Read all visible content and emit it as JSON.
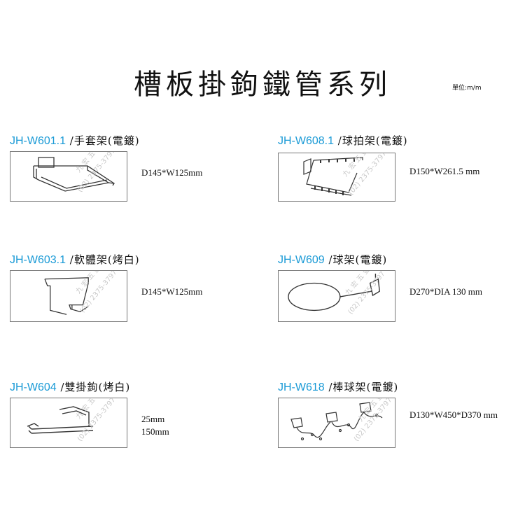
{
  "title": "槽板掛鉤鐵管系列",
  "unit": "單位:m/m",
  "watermark": {
    "line1": "九 宏 五 金",
    "line2": "(02) 2375-3797"
  },
  "items": [
    {
      "code": "JH-W601.1",
      "name": "手套架(電鍍)",
      "dims": [
        "D145*W125mm"
      ],
      "icon": "glove-rack-icon"
    },
    {
      "code": "JH-W608.1",
      "name": "球拍架(電鍍)",
      "dims": [
        "D150*W261.5 mm"
      ],
      "icon": "racket-rack-icon"
    },
    {
      "code": "JH-W603.1",
      "name": "軟體架(烤白)",
      "dims": [
        "D145*W125mm"
      ],
      "icon": "software-rack-icon"
    },
    {
      "code": "JH-W609",
      "name": "球架(電鍍)",
      "dims": [
        "D270*DIA 130 mm"
      ],
      "icon": "ball-ring-icon"
    },
    {
      "code": "JH-W604",
      "name": "雙掛鉤(烤白)",
      "dims": [
        "25mm",
        "150mm"
      ],
      "icon": "double-hook-icon"
    },
    {
      "code": "JH-W618",
      "name": "棒球架(電鍍)",
      "dims": [
        "D130*W450*D370 mm"
      ],
      "icon": "bat-rack-icon"
    }
  ]
}
